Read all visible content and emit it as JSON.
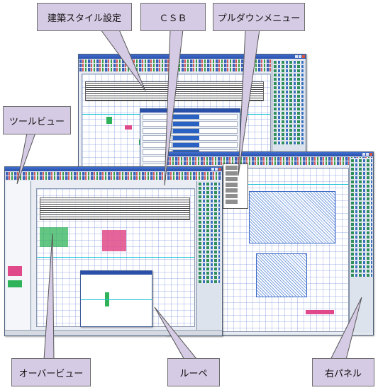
{
  "callouts": {
    "kenchiku_style": "建築スタイル設定",
    "csb": "ＣＳＢ",
    "pulldown_menu": "プルダウンメニュー",
    "tool_view": "ツールビュー",
    "over_view": "オーバービュー",
    "loupe": "ルーペ",
    "right_panel": "右パネル"
  },
  "colors": {
    "callout_fill": "#d6cbe4",
    "titlebar": "#2a4fa8",
    "accent_green": "#2fb35a",
    "accent_pink": "#e04a8a"
  }
}
